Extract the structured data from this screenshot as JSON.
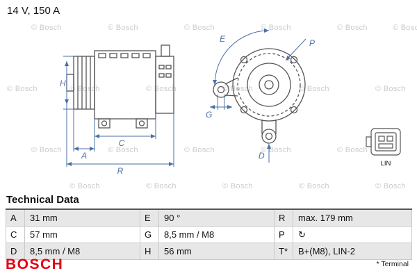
{
  "rating": "14 V, 150 A",
  "watermark": "© Bosch",
  "colors": {
    "bosch_red": "#e20015",
    "dimension_blue": "#4a6fa5"
  },
  "diagram": {
    "side_labels": {
      "H": "H",
      "A": "A",
      "C": "C",
      "R": "R"
    },
    "front_labels": {
      "E": "E",
      "P": "P",
      "G": "G",
      "D": "D"
    },
    "connector": {
      "label": "LIN"
    }
  },
  "technical_data": {
    "title": "Technical Data",
    "rows": [
      [
        "A",
        "31 mm",
        "E",
        "90 °",
        "R",
        "max. 179 mm"
      ],
      [
        "C",
        "57 mm",
        "G",
        "8,5 mm / M8",
        "P",
        "↻"
      ],
      [
        "D",
        "8,5 mm / M8",
        "H",
        "56 mm",
        "T*",
        "B+(M8), LIN-2"
      ]
    ],
    "footnote": "* Terminal"
  },
  "brand": "BOSCH"
}
